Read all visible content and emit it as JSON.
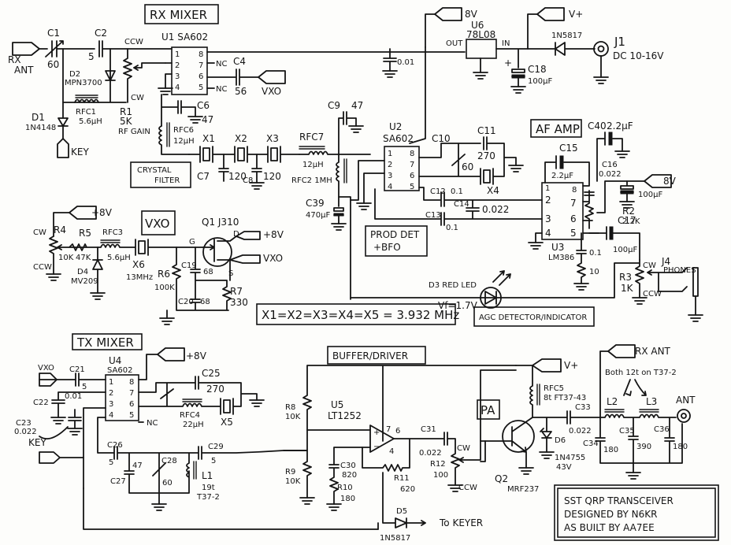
{
  "title_block": {
    "line1": "SST QRP TRANSCEIVER",
    "line2": "DESIGNED BY N6KR",
    "line3": "AS BUILT BY AA7EE"
  },
  "sections": {
    "rx_mixer": "RX MIXER",
    "crystal_filter_1": "CRYSTAL",
    "crystal_filter_2": "FILTER",
    "vxo": "VXO",
    "prod_det_1": "PROD DET",
    "prod_det_2": "+BFO",
    "af_amp": "AF AMP",
    "agc": "AGC DETECTOR/INDICATOR",
    "tx_mixer": "TX MIXER",
    "buffer_driver": "BUFFER/DRIVER",
    "pa": "PA",
    "crystal_note": "X1=X2=X3=X4=X5 = 3.932 MHz"
  },
  "ports": {
    "rx_ant": [
      "RX",
      "ANT"
    ],
    "key_rx": "KEY",
    "vxo_out_c4": "VXO",
    "v8_top": "8V",
    "vplus_top": "V+",
    "v8_vxo": "+8V",
    "q1_8v": "+8V",
    "q1_vxo": "VXO",
    "v8_af": "8V",
    "vxo_tx": "VXO",
    "v8_tx": "+8V",
    "key_tx": "KEY",
    "vplus_pa": "V+",
    "rx_ant_pa": "RX ANT",
    "ant": "ANT",
    "to_keyer": "To KEYER"
  },
  "components": {
    "c1": {
      "ref": "C1",
      "value": "60"
    },
    "c2": {
      "ref": "C2",
      "value": "5"
    },
    "d2": {
      "ref": "D2",
      "value": "MPN3700"
    },
    "rfc1": {
      "ref": "RFC1",
      "value": "5.6µH"
    },
    "r1": {
      "ref": "R1",
      "value": "5K",
      "note": "RF GAIN",
      "ccw": "CCW",
      "cw": "CW"
    },
    "d1": {
      "ref": "D1",
      "value": "1N4148"
    },
    "u1": {
      "ref": "U1 SA602",
      "nc1": "NC",
      "nc2": "NC"
    },
    "c4": {
      "ref": "C4",
      "value": "56"
    },
    "c6": {
      "ref": "C6",
      "value": "47"
    },
    "rfc6": {
      "ref": "RFC6",
      "value": "12µH"
    },
    "x1": {
      "ref": "X1"
    },
    "x2": {
      "ref": "X2"
    },
    "x3": {
      "ref": "X3"
    },
    "c7": {
      "ref": "C7",
      "value": "120"
    },
    "c8": {
      "ref": "C8",
      "value": "120"
    },
    "c_bus": {
      "value": "0.01"
    },
    "u6": {
      "ref": "U6",
      "value": "78L08",
      "out": "OUT",
      "in": "IN"
    },
    "c18": {
      "ref": "C18",
      "value": "100µF"
    },
    "d_in": {
      "value": "1N5817"
    },
    "j1": {
      "ref": "J1",
      "value": "DC 10-16V"
    },
    "c9": {
      "ref": "C9",
      "value": "47"
    },
    "rfc7": {
      "ref": "RFC7",
      "value": "12µH"
    },
    "rfc2": {
      "ref": "RFC2 1MH"
    },
    "c39": {
      "ref": "C39",
      "value": "470µF"
    },
    "u2": {
      "ref": "U2",
      "value": "SA602"
    },
    "c10": {
      "ref": "C10",
      "value": "60"
    },
    "c11": {
      "ref": "C11",
      "value": "270"
    },
    "x4": {
      "ref": "X4"
    },
    "c12": {
      "ref": "C12",
      "value": "0.1"
    },
    "c13": {
      "ref": "C13",
      "value": "0.1"
    },
    "c14": {
      "ref": "C14",
      "value": "0.022"
    },
    "c40": {
      "ref": "C40",
      "value": "2.2µF"
    },
    "c15": {
      "ref": "C15",
      "value": "2.2µF"
    },
    "c16": {
      "ref": "C16",
      "value": "0.022"
    },
    "c_af": {
      "value": "100µF"
    },
    "r2": {
      "ref": "R2",
      "value": "2.2K"
    },
    "c17": {
      "ref": "C17",
      "value": "100µF"
    },
    "u3": {
      "ref": "U3",
      "value": "LM386"
    },
    "c_zob": {
      "value": "0.1"
    },
    "r_zob": {
      "value": "10"
    },
    "r3": {
      "ref": "R3",
      "value": "1K",
      "cw": "CW",
      "ccw": "CCW"
    },
    "j4": {
      "ref": "J4",
      "value": "PHONES"
    },
    "d3": {
      "ref": "D3 RED LED",
      "vf": "Vf=1.7V"
    },
    "r4": {
      "ref": "R4",
      "value": "10K",
      "cw": "CW",
      "ccw": "CCW"
    },
    "r5": {
      "ref": "R5",
      "value": "47K"
    },
    "rfc3": {
      "ref": "RFC3",
      "value": "5.6µH"
    },
    "d4": {
      "ref": "D4",
      "value": "MV209"
    },
    "x6": {
      "ref": "X6",
      "value": "13MHz"
    },
    "q1": {
      "ref": "Q1 J310",
      "g": "G",
      "d": "D",
      "s": "S"
    },
    "r6": {
      "ref": "R6",
      "value": "100K"
    },
    "c19": {
      "ref": "C19",
      "value": "68"
    },
    "c20": {
      "ref": "C20",
      "value": "68"
    },
    "r7": {
      "ref": "R7",
      "value": "330"
    },
    "u4": {
      "ref": "U4",
      "value": "SA602",
      "nc": "NC"
    },
    "c21": {
      "ref": "C21",
      "value": "5"
    },
    "c22": {
      "ref": "C22",
      "value": "0.01"
    },
    "c23": {
      "ref": "C23",
      "value": "0.022"
    },
    "c25": {
      "ref": "C25",
      "value": "270"
    },
    "rfc4": {
      "ref": "RFC4",
      "value": "22µH"
    },
    "x5": {
      "ref": "X5"
    },
    "c26": {
      "ref": "C26",
      "value": "5"
    },
    "c27": {
      "ref": "C27",
      "value": "47"
    },
    "c28": {
      "ref": "C28",
      "value": "60"
    },
    "l1": {
      "ref": "L1",
      "value": "19t",
      "core": "T37-2"
    },
    "c29": {
      "ref": "C29",
      "value": "5"
    },
    "r8": {
      "ref": "R8",
      "value": "10K"
    },
    "r9": {
      "ref": "R9",
      "value": "10K"
    },
    "u5": {
      "ref": "U5",
      "value": "LT1252",
      "p7": "7",
      "p6": "6",
      "p4": "4"
    },
    "c30": {
      "ref": "C30",
      "value": "820"
    },
    "r10": {
      "ref": "R10",
      "value": "180"
    },
    "r11": {
      "ref": "R11",
      "value": "620"
    },
    "c31": {
      "ref": "C31",
      "value": "0.022"
    },
    "r12": {
      "ref": "R12",
      "value": "100",
      "cw": "CW",
      "ccw": "CCW"
    },
    "d5": {
      "ref": "D5",
      "value": "1N5817"
    },
    "rfc5": {
      "ref": "RFC5",
      "value": "8t FT37-43"
    },
    "c33": {
      "ref": "C33",
      "value": "0.022"
    },
    "d6": {
      "ref": "D6",
      "value": "1N4755",
      "v": "43V"
    },
    "q2": {
      "ref": "Q2",
      "value": "MRF237"
    },
    "l_note": "Both 12t on T37-2",
    "l2": {
      "ref": "L2"
    },
    "l3": {
      "ref": "L3"
    },
    "c34": {
      "ref": "C34",
      "value": "180"
    },
    "c35": {
      "ref": "C35",
      "value": "390"
    },
    "c36": {
      "ref": "C36",
      "value": "180"
    }
  },
  "pins": {
    "p1": "1",
    "p2": "2",
    "p3": "3",
    "p4": "4",
    "p5": "5",
    "p6": "6",
    "p7": "7",
    "p8": "8"
  }
}
